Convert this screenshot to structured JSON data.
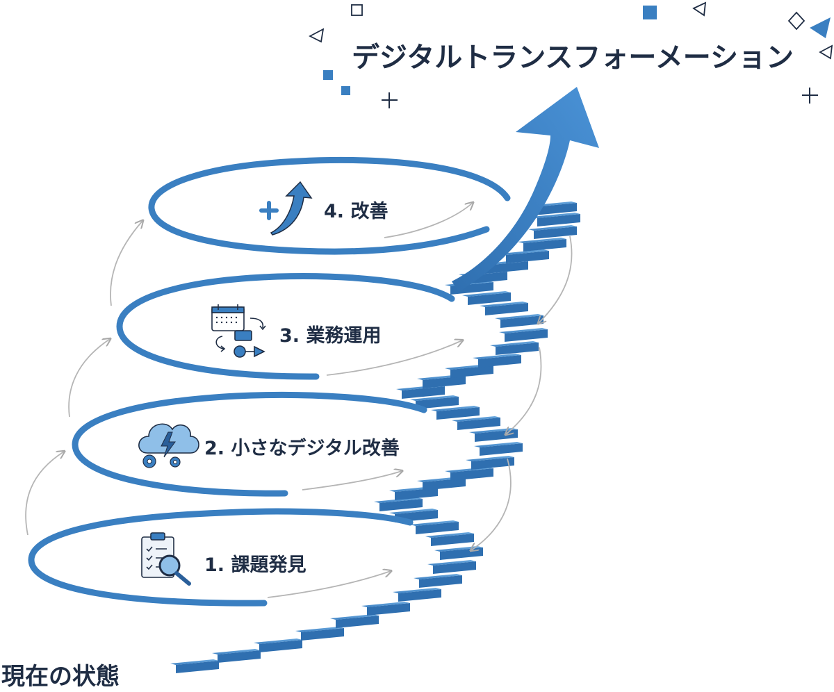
{
  "title": "デジタルトランスフォーメーション",
  "start_label": "現在の状態",
  "stages": [
    {
      "label": "1. 課題発見",
      "icon": "clipboard-search-icon"
    },
    {
      "label": "2. 小さなデジタル改善",
      "icon": "cloud-gears-icon"
    },
    {
      "label": "3. 業務運用",
      "icon": "calendar-workflow-icon"
    },
    {
      "label": "4. 改善",
      "icon": "plus-arrow-up-icon"
    }
  ],
  "colors": {
    "primary": "#3a7fc1",
    "dark_blue": "#2a5f9a",
    "light_blue": "#5b9bd5",
    "text": "#1f2d44",
    "gray_arrow": "#b0b0b0"
  }
}
